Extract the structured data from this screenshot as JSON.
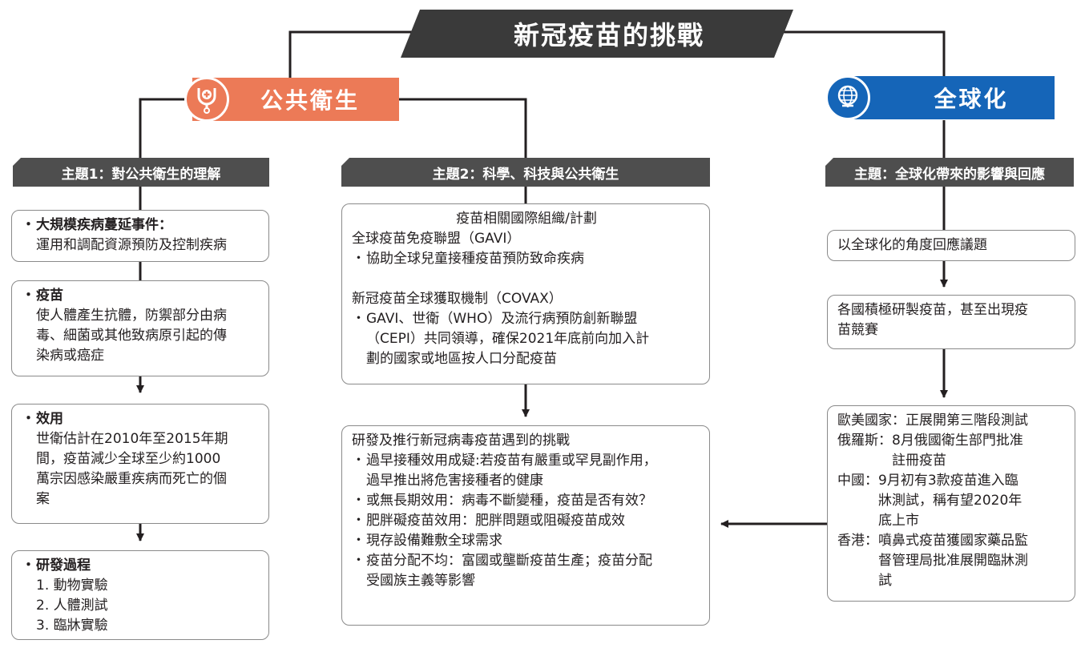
{
  "title": "新冠疫苗的挑戰",
  "colors": {
    "health": "#ec7a57",
    "global": "#1565b8",
    "bar": "#4e4e4e",
    "title_bg": "#3a3a3a"
  },
  "categories": {
    "health": {
      "label": "公共衛生",
      "icon": "stethoscope-cross-icon"
    },
    "global": {
      "label": "全球化",
      "icon": "globe-icon"
    }
  },
  "topic1": {
    "title": "主題1：對公共衛生的理解",
    "box1": {
      "bullet": "・",
      "heading": "大規模疾病蔓延事件：",
      "text": "運用和調配資源預防及控制疾病"
    },
    "box2": {
      "bullet": "・",
      "heading": "疫苗",
      "lines": [
        "使人體產生抗體，防禦部分由病",
        "毒、細菌或其他致病原引起的傳",
        "染病或癌症"
      ]
    },
    "box3": {
      "bullet": "・",
      "heading": "效用",
      "lines": [
        "世衛估計在2010年至2015年期",
        "間，疫苗減少全球至少約1000",
        "萬宗因感染嚴重疾病而死亡的個",
        "案"
      ]
    },
    "box4": {
      "bullet": "・",
      "heading": "研發過程",
      "items": [
        "1. 動物實驗",
        "2. 人體測試",
        "3. 臨牀實驗"
      ]
    }
  },
  "topic2": {
    "title": "主題2：科學、科技與公共衛生",
    "org_box": {
      "heading": "疫苗相關國際組織/計劃",
      "gavi_title": "全球疫苗免疫聯盟（GAVI）",
      "gavi_bullet": "・",
      "gavi_text": "協助全球兒童接種疫苗預防致命疾病",
      "covax_title": "新冠疫苗全球獲取機制（COVAX）",
      "covax_bullet": "・",
      "covax_lines": [
        "GAVI、世衛（WHO）及流行病預防創新聯盟",
        "（CEPI）共同領導，確保2021年底前向加入計",
        "劃的國家或地區按人口分配疫苗"
      ]
    },
    "challenge_box": {
      "heading": "研發及推行新冠病毒疫苗遇到的挑戰",
      "bullet": "・",
      "items": [
        [
          "過早接種效用成疑:若疫苗有嚴重或罕見副作用，",
          "過早推出將危害接種者的健康"
        ],
        [
          "或無長期效用：病毒不斷變種，疫苗是否有效？"
        ],
        [
          "肥胖礙疫苗效用：肥胖問題或阻礙疫苗成效"
        ],
        [
          "現存設備難敷全球需求"
        ],
        [
          "疫苗分配不均：富國或壟斷疫苗生產；疫苗分配",
          "受國族主義等影響"
        ]
      ]
    }
  },
  "topic3": {
    "title": "主題：全球化帶來的影響與回應",
    "box1": {
      "text": "以全球化的角度回應議題"
    },
    "box2": {
      "lines": [
        "各國積極研製疫苗，甚至出現疫",
        "苗競賽"
      ]
    },
    "box3": {
      "rows": [
        {
          "k": "歐美國家：",
          "lines": [
            "正展開第三階段測試"
          ]
        },
        {
          "k": "俄羅斯：",
          "lines": [
            "8月俄國衛生部門批准",
            "註冊疫苗"
          ]
        },
        {
          "k": "中國：",
          "lines": [
            "9月初有3款疫苗進入臨",
            "牀測試，稱有望2020年",
            "底上市"
          ]
        },
        {
          "k": "香港：",
          "lines": [
            "噴鼻式疫苗獲國家藥品監",
            "督管理局批准展開臨牀測",
            "試"
          ]
        }
      ]
    }
  }
}
